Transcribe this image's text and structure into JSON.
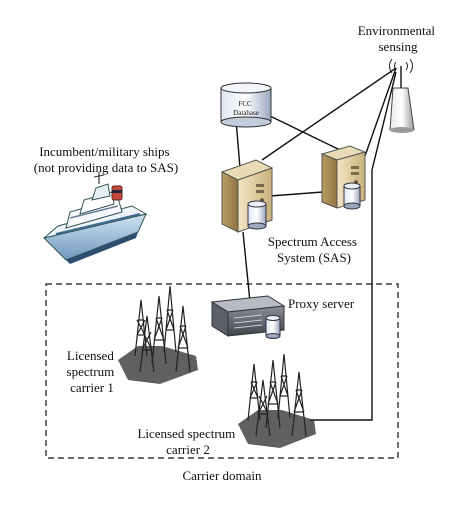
{
  "labels": {
    "environmental_sensing": [
      "Environmental",
      "sensing"
    ],
    "fcc_database": [
      "FCC",
      "Database"
    ],
    "incumbent_ships": [
      "Incumbent/military ships",
      "(not providing data to SAS)"
    ],
    "sas": [
      "Spectrum Access",
      "System (SAS)"
    ],
    "proxy_server": "Proxy server",
    "carrier_1": [
      "Licensed",
      "spectrum",
      "carrier 1"
    ],
    "carrier_2": [
      "Licensed spectrum",
      "carrier 2"
    ],
    "carrier_domain": "Carrier domain"
  },
  "icons": [
    "antenna-icon",
    "database-icon",
    "server-icon",
    "ship-icon",
    "proxy-server-icon",
    "cell-tower-icon"
  ]
}
